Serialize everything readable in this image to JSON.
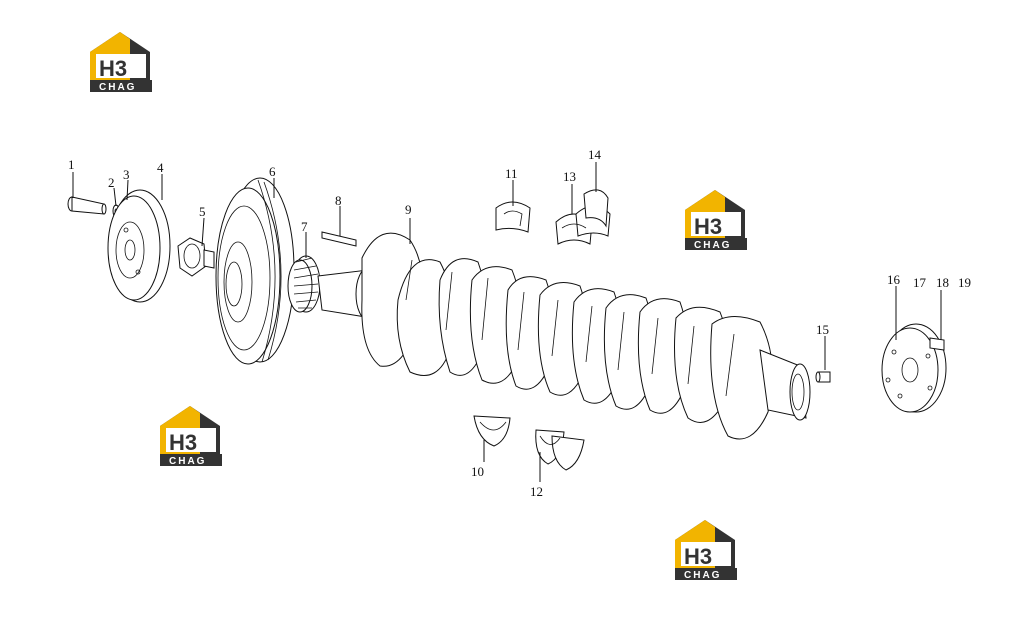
{
  "logo": {
    "mark": "H3",
    "brand": "CHAG",
    "colors": {
      "yellow": "#f2b400",
      "dark": "#333333",
      "white": "#ffffff"
    }
  },
  "callouts": [
    {
      "id": "1",
      "label": "1"
    },
    {
      "id": "2",
      "label": "2"
    },
    {
      "id": "3",
      "label": "3"
    },
    {
      "id": "4",
      "label": "4"
    },
    {
      "id": "5",
      "label": "5"
    },
    {
      "id": "6",
      "label": "6"
    },
    {
      "id": "7",
      "label": "7"
    },
    {
      "id": "8",
      "label": "8"
    },
    {
      "id": "9",
      "label": "9"
    },
    {
      "id": "10",
      "label": "10"
    },
    {
      "id": "11",
      "label": "11"
    },
    {
      "id": "12",
      "label": "12"
    },
    {
      "id": "13",
      "label": "13"
    },
    {
      "id": "14",
      "label": "14"
    },
    {
      "id": "15",
      "label": "15"
    },
    {
      "id": "16",
      "label": "16"
    },
    {
      "id": "17",
      "label": "17"
    },
    {
      "id": "18",
      "label": "18"
    },
    {
      "id": "19",
      "label": "19"
    }
  ]
}
